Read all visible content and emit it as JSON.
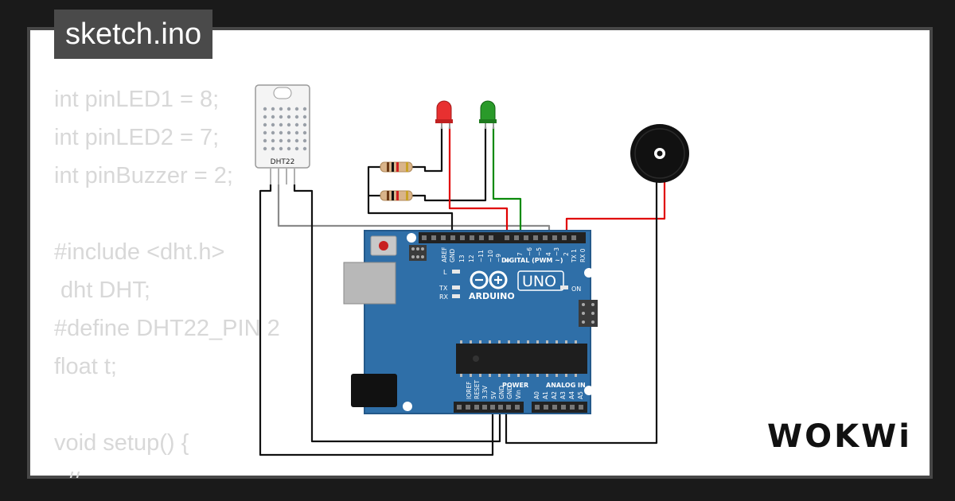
{
  "tab": {
    "title": "sketch.ino"
  },
  "code_lines": [
    "int pinLED1 = 8;",
    "int pinLED2 = 7;",
    "int pinBuzzer = 2;",
    "",
    "#include <dht.h>",
    " dht DHT;",
    "#define DHT22_PIN 2",
    "float t;",
    "",
    "void setup() {",
    "  //"
  ],
  "circuit": {
    "sensor_label": "DHT22",
    "board_brand": "ARDUINO",
    "board_model": "UNO",
    "digital_header_label": "DIGITAL (PWM ~)",
    "power_header_label": "POWER",
    "analog_header_label": "ANALOG IN",
    "on_label": "ON",
    "l_label": "L",
    "tx_label": "TX",
    "rx_label": "RX",
    "digital_pins": [
      "AREF",
      "GND",
      "13",
      "12",
      "~11",
      "~10",
      "~9",
      "8",
      "7",
      "~6",
      "~5",
      "4",
      "~3",
      "2",
      "TX 1",
      "RX 0"
    ],
    "power_pins": [
      "IOREF",
      "RESET",
      "3.3V",
      "5V",
      "GND",
      "GND",
      "Vin"
    ],
    "analog_pins": [
      "A0",
      "A1",
      "A2",
      "A3",
      "A4",
      "A5"
    ]
  },
  "brand": {
    "logo_text": "WOKWi"
  },
  "colors": {
    "background": "#1a1a1a",
    "panel": "#ffffff",
    "panel_border": "#474747",
    "tab_bg": "#4a4a4a",
    "code_text": "#d8d8d8",
    "board": "#2f6fa8",
    "wire_red": "#e00000",
    "wire_green": "#0a8a0a",
    "wire_black": "#111111",
    "wire_gray": "#8a8a8a",
    "led_red": "#e83030",
    "led_green": "#2a9a2a"
  }
}
